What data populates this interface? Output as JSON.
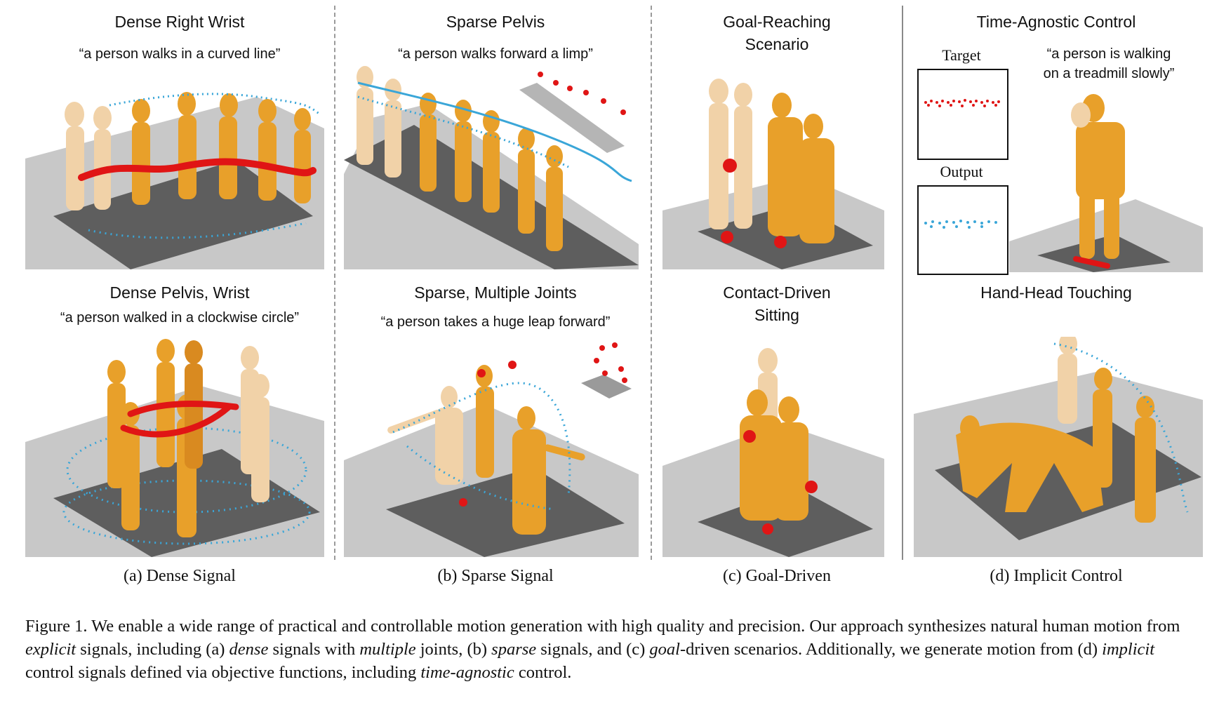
{
  "panels": {
    "a_top_title": "Dense Right Wrist",
    "a_top_quote": "“a person walks in a curved line”",
    "a_bottom_title": "Dense Pelvis, Wrist",
    "a_bottom_quote": "“a person walked in a clockwise circle”",
    "b_top_title": "Sparse Pelvis",
    "b_top_quote": "“a person walks forward a limp”",
    "b_bottom_title": "Sparse, Multiple Joints",
    "b_bottom_quote": "“a person takes a huge leap forward”",
    "c_top_title_line1": "Goal-Reaching",
    "c_top_title_line2": "Scenario",
    "c_bottom_title_line1": "Contact-Driven",
    "c_bottom_title_line2": "Sitting",
    "d_top_title": "Time-Agnostic Control",
    "d_top_quote_line1": "“a person is walking",
    "d_top_quote_line2": "on a treadmill slowly”",
    "d_target_label": "Target",
    "d_output_label": "Output",
    "d_bottom_title": "Hand-Head Touching"
  },
  "subcaptions": {
    "a": "(a)  Dense Signal",
    "b": "(b) Sparse Signal",
    "c": "(c) Goal-Driven",
    "d": "(d) Implicit Control"
  },
  "caption": {
    "s1": "Figure 1. We enable a wide range of practical and controllable motion generation with high quality and precision. Our approach synthesizes natural human motion from ",
    "e1": "explicit",
    "s2": " signals, including (a) ",
    "e2": "dense",
    "s3": " signals with ",
    "e3": "multiple",
    "s4": " joints, (b) ",
    "e4": "sparse",
    "s5": " signals, and (c) ",
    "e5": "goal",
    "s6": "-driven scenarios. Additionally, we generate motion from (d) ",
    "e6": "implicit",
    "s7": " control signals defined via objective functions, including ",
    "e7": "time-agnostic",
    "s8": " control."
  },
  "colors": {
    "figure_orange": "#e8a02a",
    "figure_light": "#f1d2a8",
    "trajectory_blue": "#3aa6d8",
    "control_red": "#e01515",
    "floor_dark": "#5a5a5a",
    "floor_light": "#c8c8c8"
  }
}
